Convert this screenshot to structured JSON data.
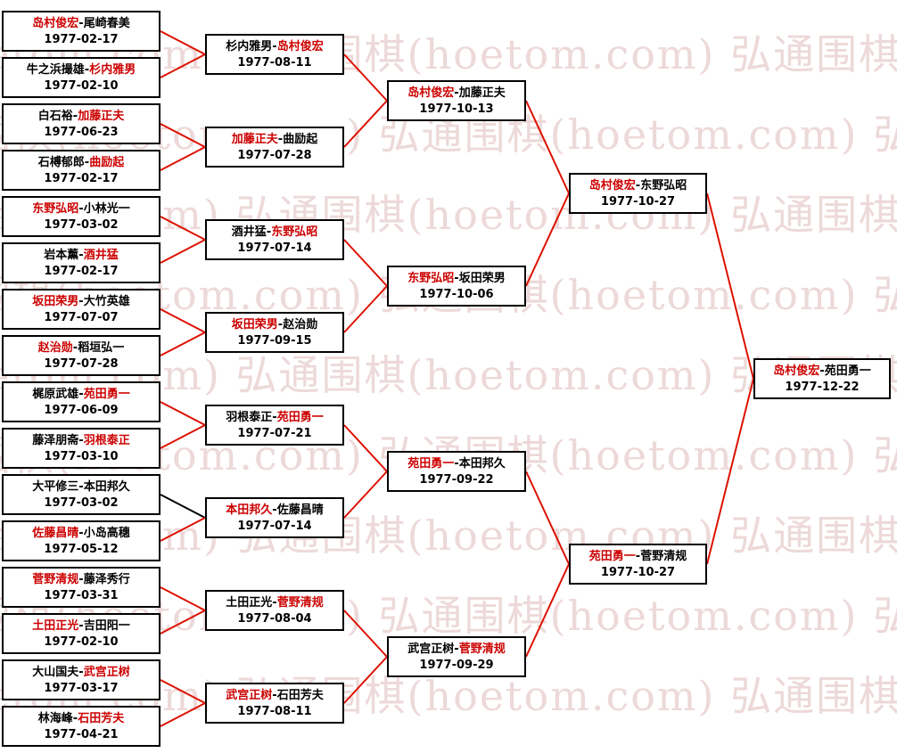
{
  "watermark": {
    "text": "弘通围棋(hoetom.com)",
    "color": "#edd9d9"
  },
  "colors": {
    "winner_red": "#cc0000",
    "line_red": "#dd1100",
    "line_black": "#000000",
    "border": "#000000",
    "text": "#000000",
    "background": "#ffffff"
  },
  "rounds": [
    {
      "name": "round-of-32",
      "matches": [
        {
          "players": [
            "岛村俊宏",
            "尾崎春美"
          ],
          "winner": 0,
          "date": "1977-02-17"
        },
        {
          "players": [
            "牛之浜撮雄",
            "杉内雅男"
          ],
          "winner": 1,
          "date": "1977-02-10"
        },
        {
          "players": [
            "白石裕",
            "加藤正夫"
          ],
          "winner": 1,
          "date": "1977-06-23"
        },
        {
          "players": [
            "石榑郁郎",
            "曲励起"
          ],
          "winner": 1,
          "date": "1977-02-17"
        },
        {
          "players": [
            "东野弘昭",
            "小林光一"
          ],
          "winner": 0,
          "date": "1977-03-02"
        },
        {
          "players": [
            "岩本薰",
            "酒井猛"
          ],
          "winner": 1,
          "date": "1977-02-17"
        },
        {
          "players": [
            "坂田荣男",
            "大竹英雄"
          ],
          "winner": 0,
          "date": "1977-07-07"
        },
        {
          "players": [
            "赵治勋",
            "稻垣弘一"
          ],
          "winner": 0,
          "date": "1977-07-28"
        },
        {
          "players": [
            "梶原武雄",
            "苑田勇一"
          ],
          "winner": 1,
          "date": "1977-06-09"
        },
        {
          "players": [
            "藤泽朋斋",
            "羽根泰正"
          ],
          "winner": 1,
          "date": "1977-03-10"
        },
        {
          "players": [
            "大平修三",
            "本田邦久"
          ],
          "winner": -1,
          "date": "1977-03-02",
          "line": "black"
        },
        {
          "players": [
            "佐藤昌晴",
            "小岛高穗"
          ],
          "winner": 0,
          "date": "1977-05-12"
        },
        {
          "players": [
            "菅野清规",
            "藤泽秀行"
          ],
          "winner": 0,
          "date": "1977-03-31"
        },
        {
          "players": [
            "土田正光",
            "吉田阳一"
          ],
          "winner": 0,
          "date": "1977-02-10"
        },
        {
          "players": [
            "大山国夫",
            "武宫正树"
          ],
          "winner": 1,
          "date": "1977-03-17"
        },
        {
          "players": [
            "林海峰",
            "石田芳夫"
          ],
          "winner": 1,
          "date": "1977-04-21"
        }
      ]
    },
    {
      "name": "round-of-16",
      "matches": [
        {
          "players": [
            "杉内雅男",
            "岛村俊宏"
          ],
          "winner": 1,
          "date": "1977-08-11"
        },
        {
          "players": [
            "加藤正夫",
            "曲励起"
          ],
          "winner": 0,
          "date": "1977-07-28"
        },
        {
          "players": [
            "酒井猛",
            "东野弘昭"
          ],
          "winner": 1,
          "date": "1977-07-14"
        },
        {
          "players": [
            "坂田荣男",
            "赵治勋"
          ],
          "winner": 0,
          "date": "1977-09-15"
        },
        {
          "players": [
            "羽根泰正",
            "苑田勇一"
          ],
          "winner": 1,
          "date": "1977-07-21"
        },
        {
          "players": [
            "本田邦久",
            "佐藤昌晴"
          ],
          "winner": 0,
          "date": "1977-07-14"
        },
        {
          "players": [
            "土田正光",
            "菅野清规"
          ],
          "winner": 1,
          "date": "1977-08-04"
        },
        {
          "players": [
            "武宫正树",
            "石田芳夫"
          ],
          "winner": 0,
          "date": "1977-08-11"
        }
      ]
    },
    {
      "name": "quarterfinals",
      "matches": [
        {
          "players": [
            "岛村俊宏",
            "加藤正夫"
          ],
          "winner": 0,
          "date": "1977-10-13"
        },
        {
          "players": [
            "东野弘昭",
            "坂田荣男"
          ],
          "winner": 0,
          "date": "1977-10-06"
        },
        {
          "players": [
            "苑田勇一",
            "本田邦久"
          ],
          "winner": 0,
          "date": "1977-09-22"
        },
        {
          "players": [
            "武宫正树",
            "菅野清规"
          ],
          "winner": 1,
          "date": "1977-09-29"
        }
      ]
    },
    {
      "name": "semifinals",
      "matches": [
        {
          "players": [
            "岛村俊宏",
            "东野弘昭"
          ],
          "winner": 0,
          "date": "1977-10-27"
        },
        {
          "players": [
            "苑田勇一",
            "菅野清规"
          ],
          "winner": 0,
          "date": "1977-10-27"
        }
      ]
    },
    {
      "name": "final",
      "matches": [
        {
          "players": [
            "岛村俊宏",
            "苑田勇一"
          ],
          "winner": 0,
          "date": "1977-12-22"
        }
      ]
    }
  ]
}
